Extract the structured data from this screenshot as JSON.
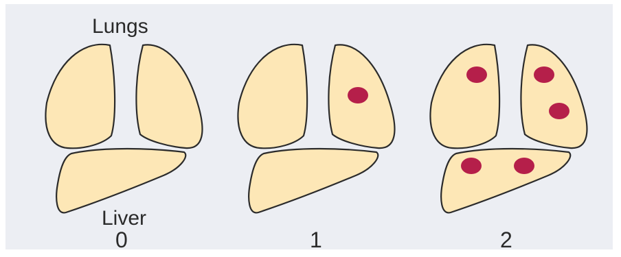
{
  "labels": {
    "lungs": "Lungs",
    "liver": "Liver"
  },
  "panels": [
    {
      "stage": "0",
      "lesions_right_lung": 0,
      "lesions_left_lung": 0,
      "lesions_liver": 0
    },
    {
      "stage": "1",
      "lesions_right_lung": 0,
      "lesions_left_lung": 1,
      "lesions_liver": 0
    },
    {
      "stage": "2",
      "lesions_right_lung": 1,
      "lesions_left_lung": 2,
      "lesions_liver": 2
    }
  ],
  "colors": {
    "background": "#eceef3",
    "organ_fill": "#fde7b6",
    "outline": "#2b2b2b",
    "lesion": "#b51f4a"
  }
}
